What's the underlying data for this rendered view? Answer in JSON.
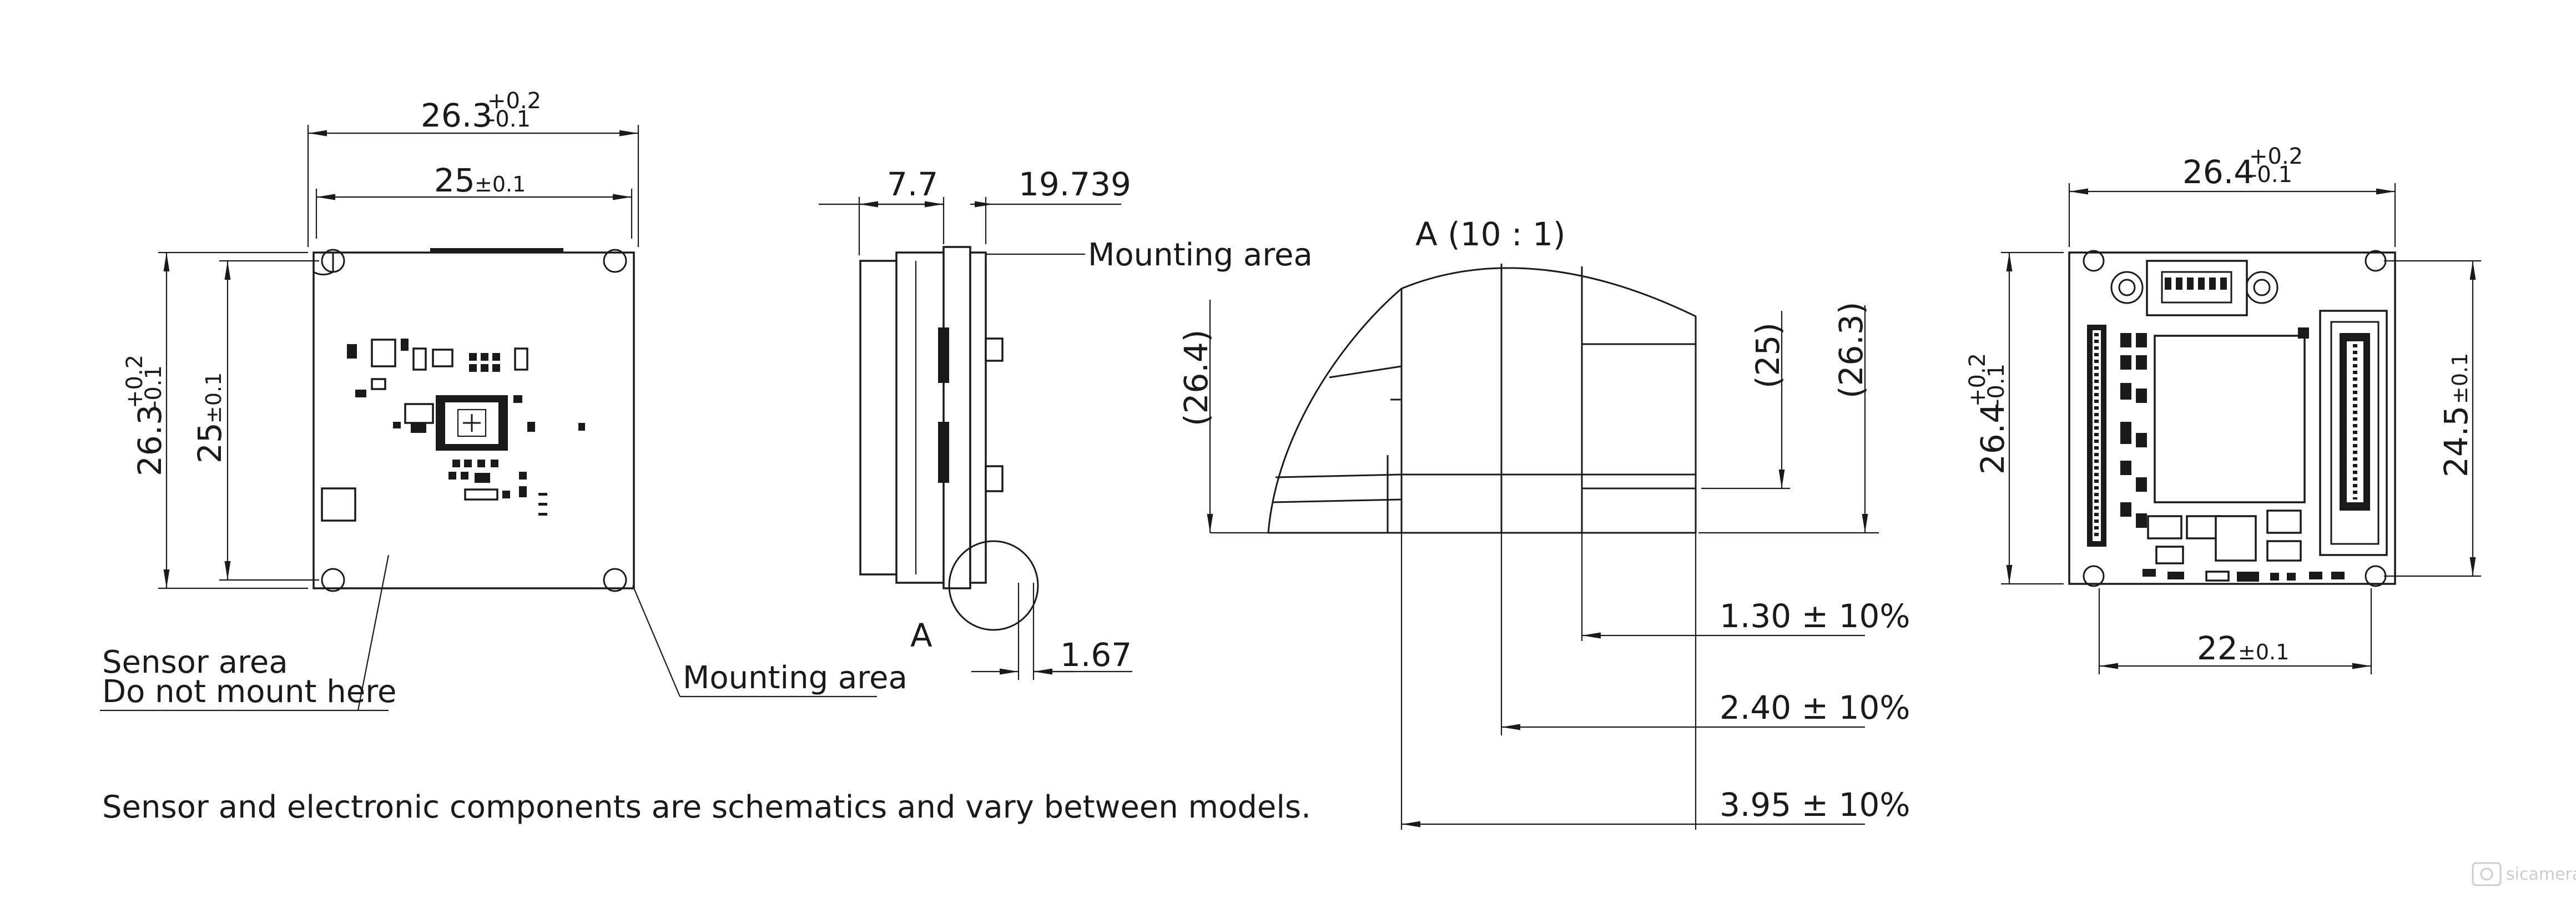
{
  "views": {
    "front": {
      "width_top": {
        "nominal": "26.3",
        "upper": "+0.2",
        "lower": "-0.1"
      },
      "width_inner": {
        "nominal": "25",
        "tol": "±0.1"
      },
      "height_outer": {
        "nominal": "26.3",
        "upper": "+0.2",
        "lower": "-0.1"
      },
      "height_inner": {
        "nominal": "25",
        "tol": "±0.1"
      },
      "sensor_label_1": "Sensor area",
      "sensor_label_2": "Do not mount here",
      "mounting_label": "Mounting area"
    },
    "side": {
      "dim_left": "7.7",
      "dim_right": "19.739",
      "mounting_label": "Mounting area",
      "detail_marker": "A",
      "dim_bottom": "1.67"
    },
    "detail": {
      "title": "A (10 : 1)",
      "dim_1": "(26.4)",
      "dim_2": "(25)",
      "dim_3": "(26.3)",
      "thick_1": "1.30 ± 10%",
      "thick_2": "2.40 ± 10%",
      "thick_3": "3.95 ± 10%"
    },
    "back": {
      "width_top": {
        "nominal": "26.4",
        "upper": "+0.2",
        "lower": "-0.1"
      },
      "height_left": {
        "nominal": "26.4",
        "upper": "+0.2",
        "lower": "-0.1"
      },
      "height_right": {
        "nominal": "24.5",
        "tol": "±0.1"
      },
      "width_bottom": {
        "nominal": "22",
        "tol": "±0.1"
      }
    }
  },
  "footnote": "Sensor and electronic components are schematics and vary between models.",
  "watermark": "sicamera"
}
